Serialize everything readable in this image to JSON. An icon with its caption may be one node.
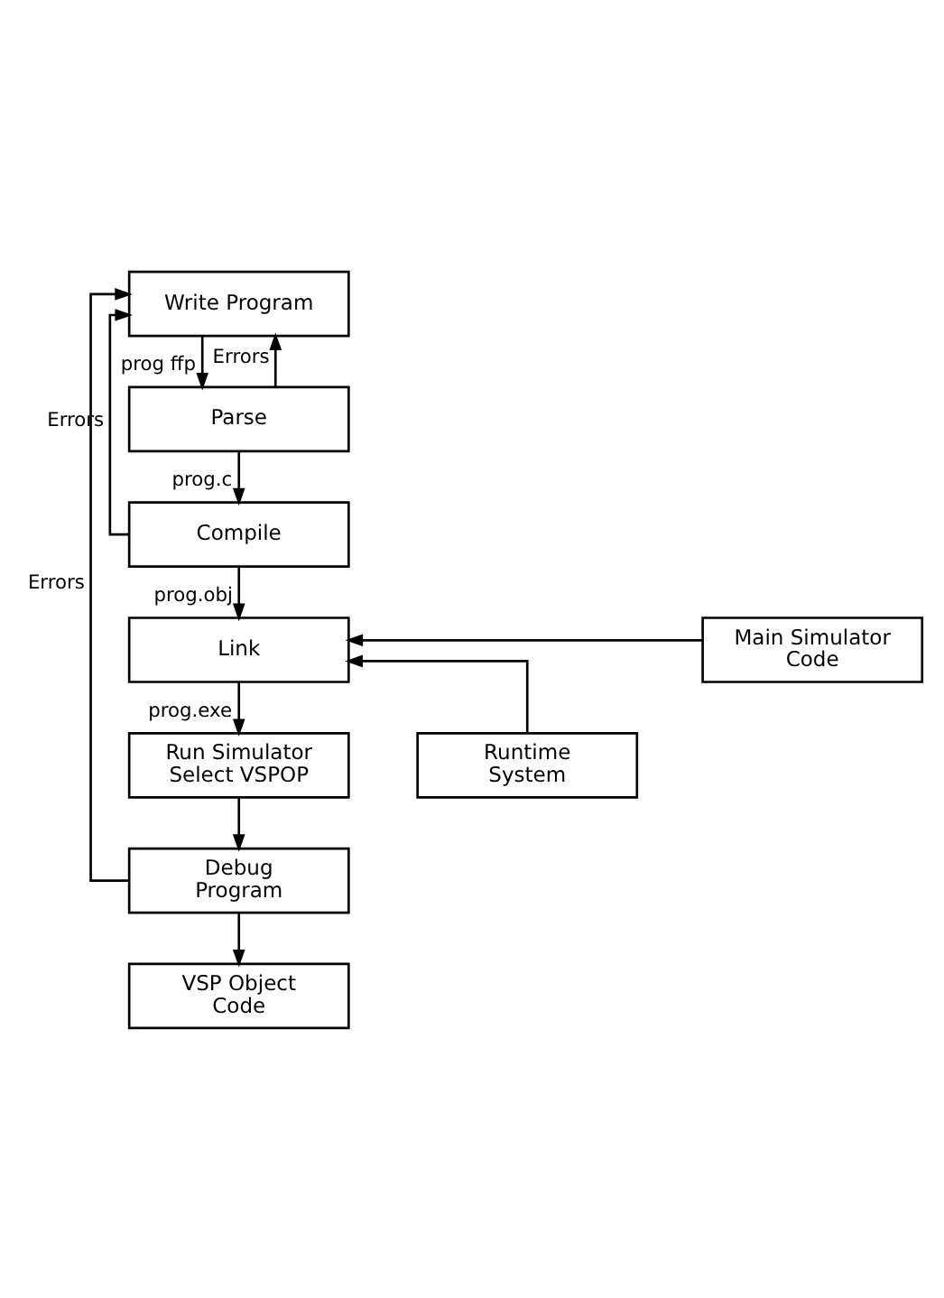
{
  "diagram": {
    "nodes": [
      {
        "text": [
          "Write Program"
        ]
      },
      {
        "text": [
          "Parse"
        ]
      },
      {
        "text": [
          "Compile"
        ]
      },
      {
        "text": [
          "Link"
        ]
      },
      {
        "text": [
          "Main Simulator Code"
        ]
      },
      {
        "text": [
          "Runtime System"
        ]
      },
      {
        "text": [
          "Run Simulator Select VSPOP"
        ]
      },
      {
        "text": [
          "Debug Program"
        ]
      },
      {
        "text": [
          "VSP Object Code"
        ]
      }
    ],
    "edges": [
      {
        "from": 0,
        "to": 1,
        "arrow": "to",
        "label": "prog ffp"
      },
      {
        "from": 1,
        "to": 2,
        "arrow": "to",
        "label": "prog.c"
      },
      {
        "from": 2,
        "to": 3,
        "arrow": "to",
        "label": "prog.obj"
      },
      {
        "from": 4,
        "to": 3,
        "arrow": "to"
      },
      {
        "from": 5,
        "to": 3,
        "arrow": "to"
      },
      {
        "from": 3,
        "to": 6,
        "arrow": "to",
        "label": "prog.exe"
      },
      {
        "from": 6,
        "to": 7,
        "arrow": "to"
      },
      {
        "from": 7,
        "to": 8,
        "arrow": "to"
      },
      {
        "from": 1,
        "to": 0,
        "arrow": "to",
        "label": "Errors"
      },
      {
        "from": 2,
        "to": 0,
        "arrow": "to",
        "label": "Errors"
      },
      {
        "from": 7,
        "to": 0,
        "arrow": "to",
        "label": "Errors"
      }
    ]
  }
}
